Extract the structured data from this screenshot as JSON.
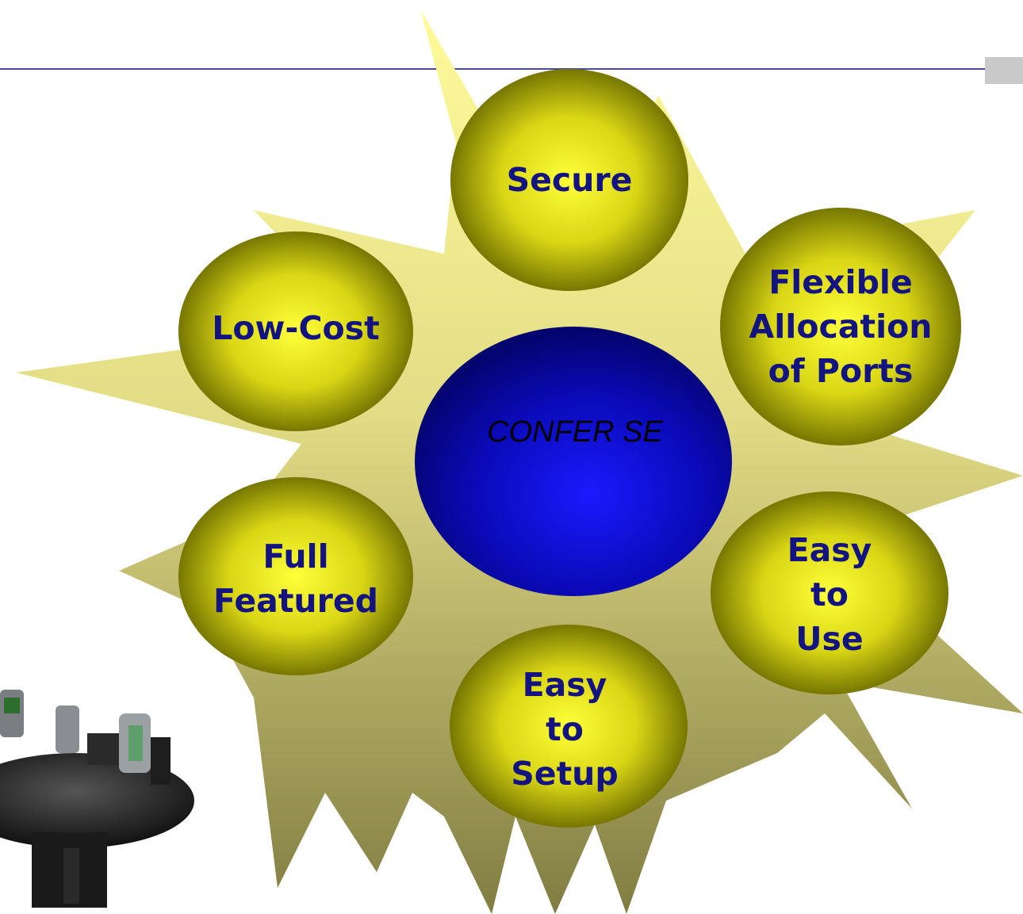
{
  "diagram": {
    "hub": {
      "label": "CONFER SE",
      "color": "#1010d8"
    },
    "spokes": [
      {
        "id": "secure",
        "label": "Secure"
      },
      {
        "id": "flexible",
        "label": "Flexible\nAllocation\nof Ports"
      },
      {
        "id": "easy-use",
        "label": "Easy\nto\nUse"
      },
      {
        "id": "easy-setup",
        "label": "Easy\nto\nSetup"
      },
      {
        "id": "full-featured",
        "label": "Full\nFeatured"
      },
      {
        "id": "low-cost",
        "label": "Low-Cost"
      }
    ],
    "colors": {
      "spoke_light": "#ffff3a",
      "spoke_dark": "#6e6e00",
      "starburst_light": "#fbf8a0",
      "starburst_dark": "#8a8648",
      "label_text": "#141480"
    }
  },
  "illustration": {
    "name": "conference-table-with-phones"
  }
}
